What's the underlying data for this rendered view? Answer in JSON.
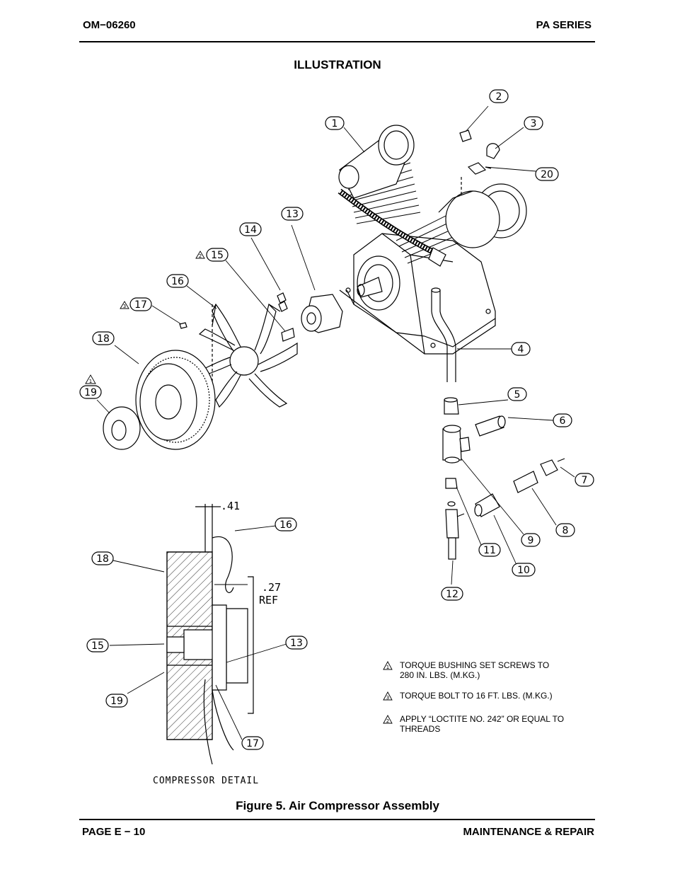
{
  "header": {
    "doc_number": "OM−06260",
    "series": "PA SERIES"
  },
  "section_title": "ILLUSTRATION",
  "callouts": [
    "1",
    "2",
    "3",
    "20",
    "13",
    "14",
    "15",
    "16",
    "17",
    "18",
    "19",
    "4",
    "5",
    "6",
    "7",
    "8",
    "9",
    "10",
    "11",
    "12"
  ],
  "detail": {
    "callouts": [
      "16",
      "18",
      "15",
      "13",
      "19",
      "17"
    ],
    "dim_top": ".41",
    "dim_ref_value": ".27",
    "dim_ref_label": "REF",
    "label": "COMPRESSOR DETAIL"
  },
  "notes": [
    {
      "mark": "1",
      "text": "TORQUE BUSHING SET SCREWS TO 280 IN. LBS. (M.KG.)"
    },
    {
      "mark": "3",
      "text": "TORQUE BOLT TO 16 FT. LBS. (M.KG.)"
    },
    {
      "mark": "2",
      "text": "APPLY  “LOCTITE NO. 242” OR EQUAL TO THREADS"
    }
  ],
  "caption": "Figure 5. Air Compressor Assembly",
  "footer": {
    "page": "PAGE E − 10",
    "section": "MAINTENANCE & REPAIR"
  }
}
